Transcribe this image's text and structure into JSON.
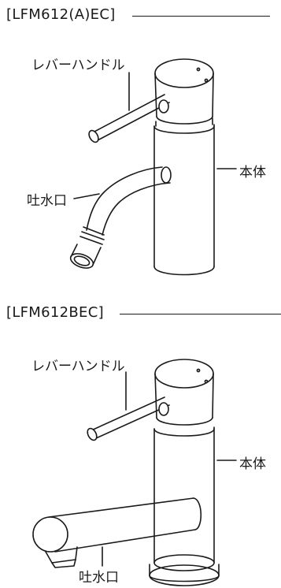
{
  "sections": [
    {
      "title": "[LFM612(A)EC]",
      "labels": {
        "lever": "レバーハンドル",
        "body": "本体",
        "spout": "吐水口"
      }
    },
    {
      "title": "[LFM612BEC]",
      "labels": {
        "lever": "レバーハンドル",
        "body": "本体",
        "spout": "吐水口"
      }
    }
  ],
  "colors": {
    "line": "#1a1a1a",
    "background": "#ffffff"
  }
}
